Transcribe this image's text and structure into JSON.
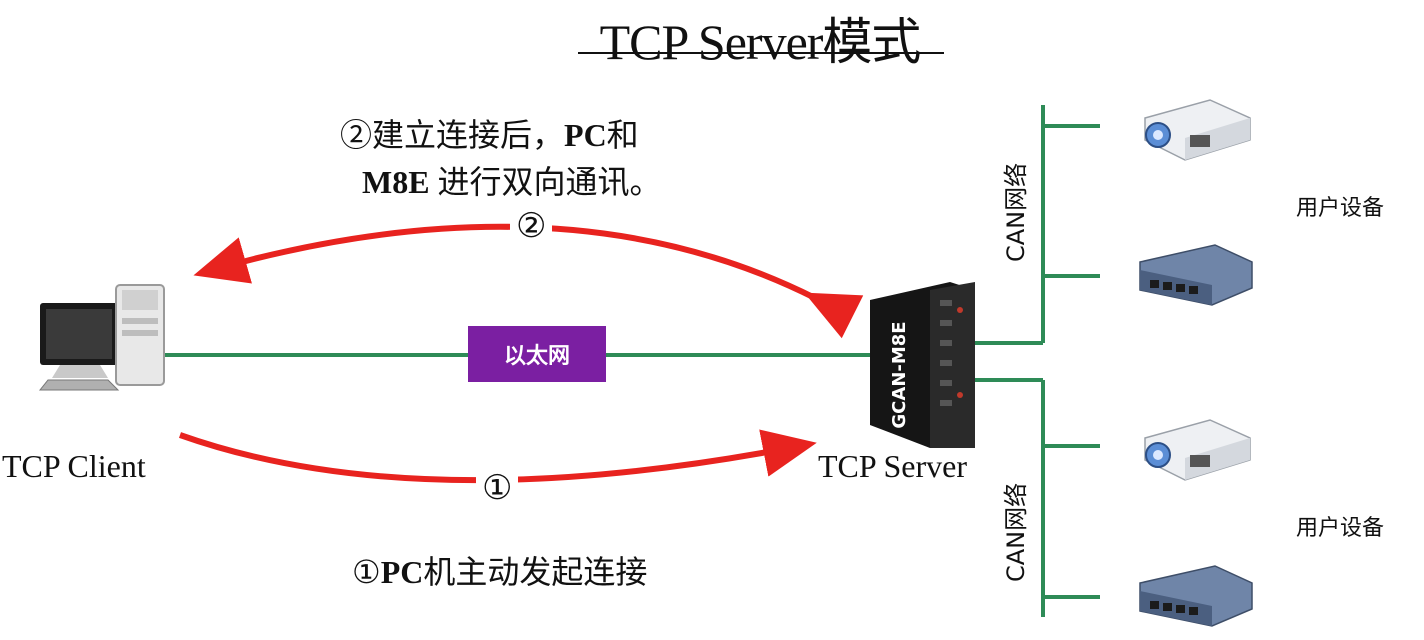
{
  "title": "TCP Server模式",
  "step2_caption": {
    "line1_prefix": "②建立连接后，",
    "line1_bold": "PC",
    "line1_suffix": "和",
    "line2_bold": "M8E",
    "line2_suffix": " 进行双向通讯。"
  },
  "step1_caption": {
    "prefix": "①",
    "bold": "PC",
    "suffix": "机主动发起连接"
  },
  "arrow_markers": {
    "top": "②",
    "bottom": "①"
  },
  "ethernet_label": "以太网",
  "client_label": "TCP Client",
  "server_label": "TCP Server",
  "device_name": "GCAN-M8E",
  "can_network_label": "CAN网络",
  "user_device_label": "用户设备",
  "colors": {
    "arrow": "#e8231f",
    "cable": "#2e8b57",
    "ethernet": "#7b1fa2"
  },
  "icons": [
    "pc-icon",
    "gcan-m8e-device-icon",
    "projector-icon",
    "switch-icon"
  ]
}
